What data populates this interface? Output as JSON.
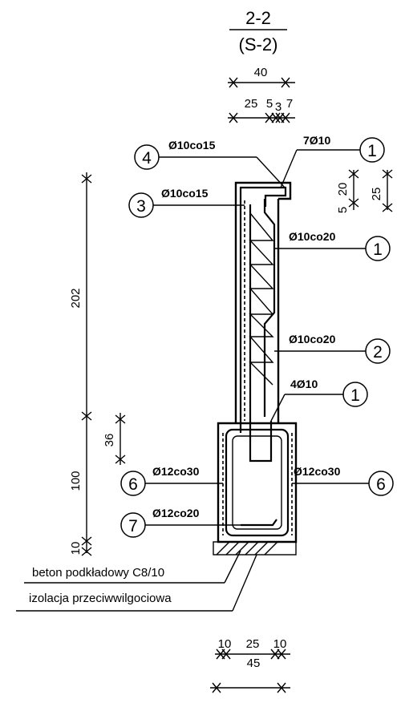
{
  "section": {
    "name": "2-2",
    "sheet": "(S-2)"
  },
  "dimensions_top": {
    "total": "40",
    "parts": [
      "25",
      "5",
      "3",
      "7"
    ]
  },
  "dimensions_right": {
    "a": "5",
    "b": "20",
    "c": "25"
  },
  "dimensions_left": {
    "wall_height": "202",
    "footing_height": "100",
    "offset": "36",
    "bedding": "10"
  },
  "dimensions_bottom": {
    "parts": [
      "10",
      "25",
      "10"
    ],
    "total": "45"
  },
  "rebar_labels": [
    {
      "id": "4",
      "text": "Ø10co15"
    },
    {
      "id": "1",
      "text": "7Ø10"
    },
    {
      "id": "3",
      "text": "Ø10co15"
    },
    {
      "id": "1",
      "text": "Ø10co20"
    },
    {
      "id": "2",
      "text": "Ø10co20"
    },
    {
      "id": "1",
      "text": "4Ø10"
    },
    {
      "id": "6",
      "text": "Ø12co30"
    },
    {
      "id": "6",
      "text": "Ø12co30"
    },
    {
      "id": "7",
      "text": "Ø12co20"
    }
  ],
  "notes": {
    "bedding_concrete": "beton podkładowy C8/10",
    "insulation": "izolacja przeciwwilgociowa"
  }
}
